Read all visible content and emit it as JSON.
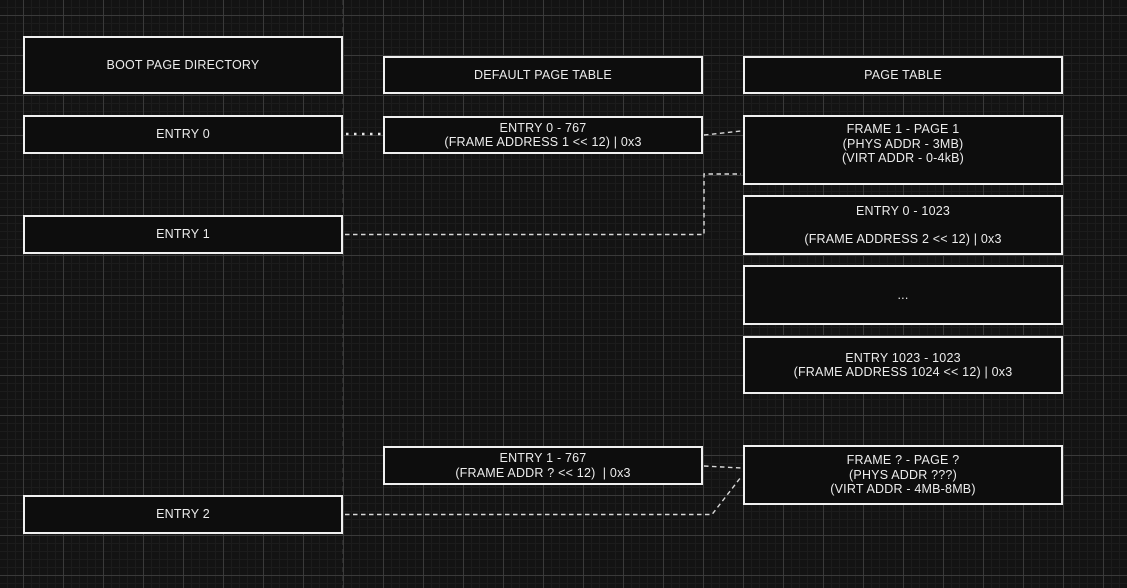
{
  "colors": {
    "background": "#131313",
    "grid_minor": "#1c1c1c",
    "grid_major": "#3a3a3a",
    "box_fill": "#0d0d0d",
    "box_border": "#f0f0f0",
    "text": "#ececec",
    "connector": "#d9d9d9",
    "guide_line": "#3f3f3f"
  },
  "boot_page_directory": {
    "title": "BOOT PAGE DIRECTORY",
    "entry0": "ENTRY 0",
    "entry1": "ENTRY 1",
    "entry2": "ENTRY 2"
  },
  "default_page_table": {
    "title": "DEFAULT PAGE TABLE",
    "entry0": {
      "line1": "ENTRY 0 - 767",
      "line2": "(FRAME ADDRESS 1 << 12) | 0x3"
    },
    "entry1": {
      "line1": "ENTRY 1 - 767",
      "line2": "(FRAME ADDR ? << 12)  | 0x3"
    }
  },
  "page_table": {
    "title": "PAGE TABLE",
    "frame1": {
      "line1": "FRAME 1 - PAGE 1",
      "line2": "(PHYS ADDR - 3MB)",
      "line3": "(VIRT ADDR - 0-4kB)"
    },
    "entry0_1023": {
      "line1": "ENTRY 0 - 1023",
      "line2": "(FRAME ADDRESS 2 << 12) | 0x3"
    },
    "ellipsis": "...",
    "entry1023_1023": {
      "line1": "ENTRY 1023 - 1023",
      "line2": "(FRAME ADDRESS 1024 << 12) | 0x3"
    },
    "frame_q": {
      "line1": "FRAME ? - PAGE ?",
      "line2": "(PHYS ADDR ???)",
      "line3": "(VIRT ADDR - 4MB-8MB)"
    }
  },
  "connections": [
    {
      "from": "boot-entry-0",
      "to": "default-page-table-entry-0",
      "style": "dotted"
    },
    {
      "from": "default-page-table-entry-0",
      "to": "page-table-frame-1",
      "style": "dashed"
    },
    {
      "from": "boot-entry-1",
      "to": "page-table-frame-1",
      "style": "dashed"
    },
    {
      "from": "default-page-table-entry-1",
      "to": "page-table-frame-q",
      "style": "dashed"
    },
    {
      "from": "boot-entry-2",
      "to": "page-table-frame-q",
      "style": "dashed"
    }
  ]
}
